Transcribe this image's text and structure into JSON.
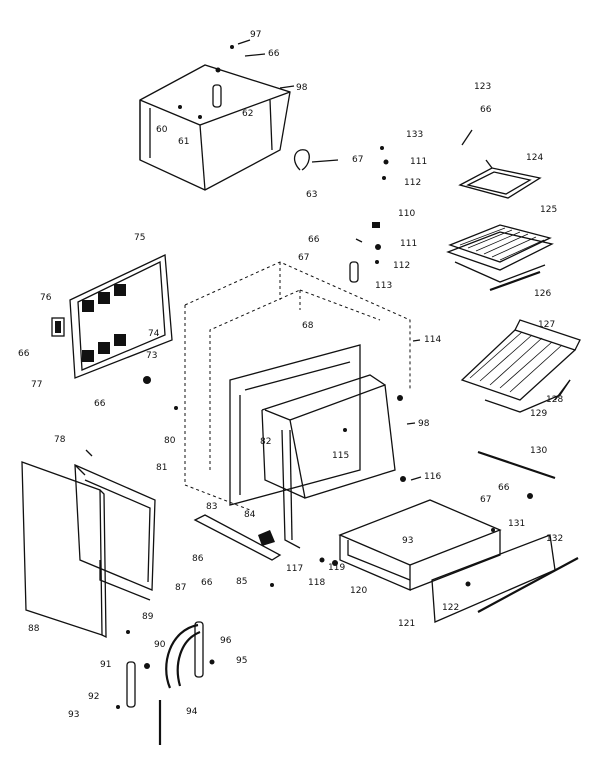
{
  "callouts": [
    "97",
    "66",
    "98",
    "60",
    "61",
    "62",
    "63",
    "67",
    "123",
    "66",
    "133",
    "111",
    "112",
    "124",
    "110",
    "125",
    "66",
    "111",
    "67",
    "112",
    "113",
    "126",
    "75",
    "76",
    "66",
    "77",
    "74",
    "73",
    "66",
    "68",
    "114",
    "127",
    "128",
    "129",
    "98",
    "80",
    "81",
    "82",
    "115",
    "116",
    "130",
    "78",
    "83",
    "84",
    "66",
    "67",
    "131",
    "86",
    "66",
    "85",
    "117",
    "118",
    "119",
    "120",
    "93",
    "132",
    "87",
    "88",
    "89",
    "90",
    "96",
    "95",
    "91",
    "92",
    "93",
    "94",
    "122",
    "121"
  ]
}
